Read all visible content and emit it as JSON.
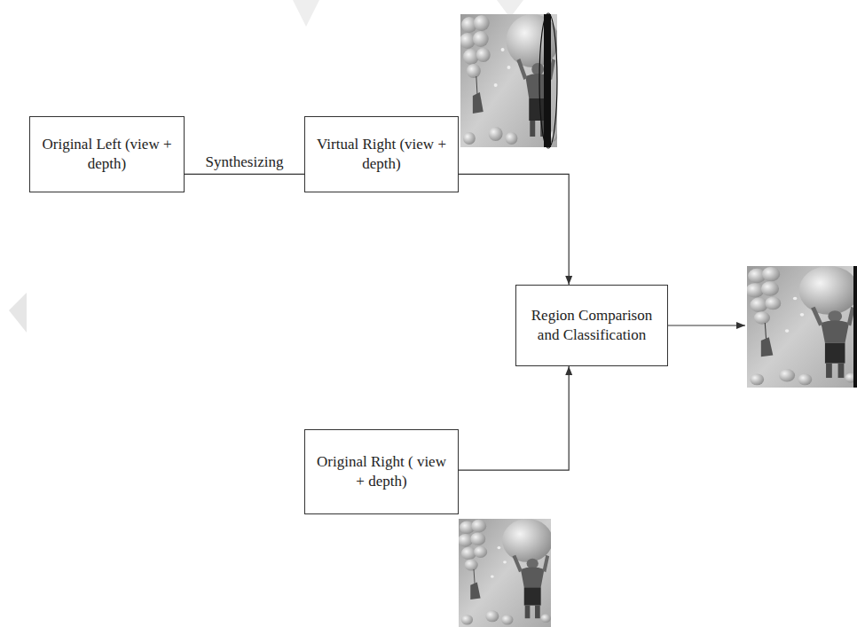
{
  "diagram": {
    "nodes": [
      {
        "text": [
          "Original Left (view + depth)"
        ]
      },
      {
        "text": [
          "Virtual Right (view + depth)"
        ]
      },
      {
        "text": [
          "Region Comparison and Classification"
        ]
      },
      {
        "text": [
          "Original Right ( view + depth)"
        ]
      }
    ],
    "edges": [
      {
        "from": 0,
        "to": 1,
        "label": "Synthesizing",
        "arrow": "none"
      },
      {
        "from": 1,
        "to": 2,
        "arrow": "to"
      },
      {
        "from": 3,
        "to": 2,
        "arrow": "to"
      }
    ]
  }
}
